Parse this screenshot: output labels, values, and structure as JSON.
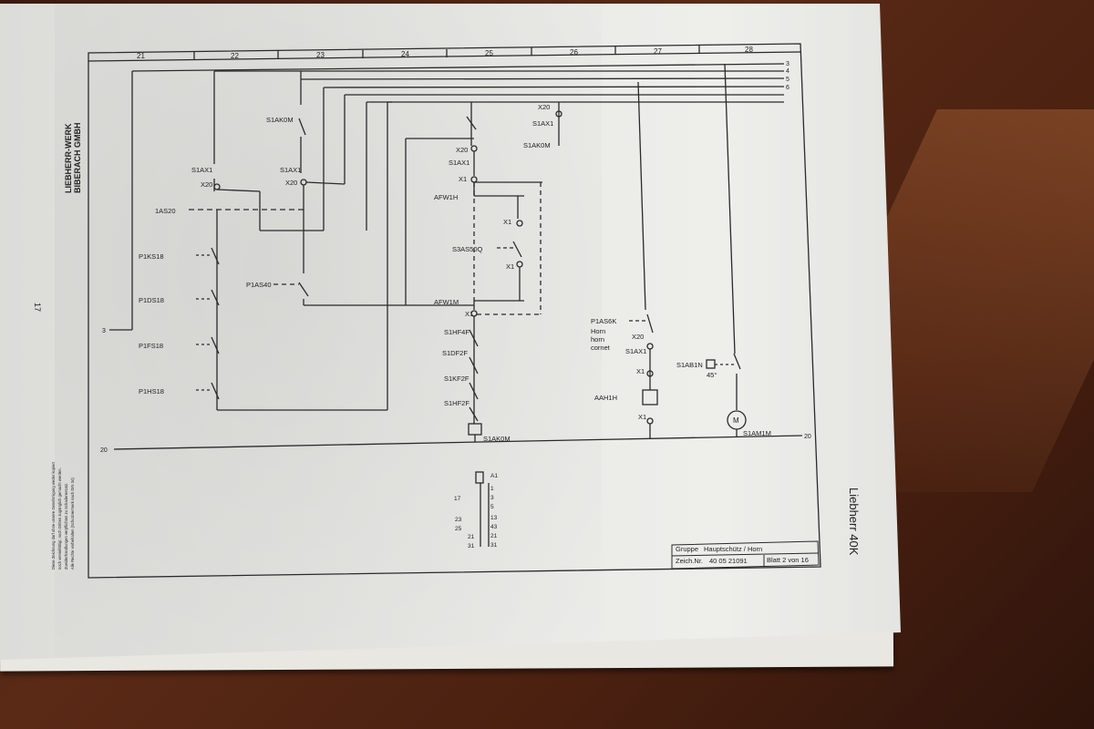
{
  "document": {
    "column_numbers": [
      "21",
      "22",
      "23",
      "24",
      "25",
      "26",
      "27",
      "28"
    ],
    "right_line_numbers": [
      "3",
      "4",
      "5",
      "6"
    ],
    "left_marker": "3",
    "bus_label_left": "20",
    "bus_label_right": "20",
    "company_line1": "LIEBHERR-WERK",
    "company_line2": "BIBERACH GMBH",
    "page_number_left": "17",
    "margin_note_lines": [
      "Diese Zeichnung darf ohne unsere Genehmigung weder kopiert",
      "noch vervielfältigt, noch Dritten zugänglich gemacht werden.",
      "Zuwiderhandlungen verpflichten zu Schadenersatz.",
      "Alle Rechte vorbehalten (Schutzvermerk nach DIN 34)"
    ],
    "labels": {
      "s1ak0m_top": "S1AK0M",
      "s1ax1_2": "S1AX1",
      "x20_2": "X20",
      "s1ax1_3": "S1AX1",
      "x20_3": "X20",
      "as20": "1AS20",
      "p1ks18": "P1KS18",
      "p1ds18": "P1DS18",
      "p1fs18": "P1FS18",
      "p1hs18": "P1HS18",
      "p1as40": "P1AS40",
      "x20_4": "X20",
      "s1ax1_4": "S1AX1",
      "x1_36": "X1",
      "afw1h": "AFW1H",
      "x1_6": "X1",
      "s3as50q": "S3AS50Q",
      "x1_7": "X1",
      "afw1m": "AFW1M",
      "x1_37": "X1",
      "s1hf4f": "S1HF4F",
      "s1df2f": "S1DF2F",
      "s1kf2f": "S1KF2F",
      "s1hf2f": "S1HF2F",
      "s1ak0m_bottom": "S1AK0M",
      "x20_5": "X20",
      "s1ax1_5": "S1AX1",
      "s1ak0m_44": "S1AK0M",
      "p1as6k": "P1AS6K",
      "horn": "Horn",
      "horn2": "horn",
      "cornet": "cornet",
      "x20_6": "X20",
      "s1ax1_6": "S1AX1",
      "x1_15": "X1",
      "aah1h": "AAH1H",
      "x1_16": "X1",
      "s1ab1n": "S1AB1N",
      "deg": "45°",
      "s1am1m": "S1AM1M",
      "motor": "M",
      "bus_node": "S1AK0M"
    },
    "contact_table": {
      "left_numbers": [
        "17",
        "23",
        "25",
        "21",
        "31"
      ],
      "rows": [
        "A1",
        "1",
        "3",
        "5",
        "13",
        "43",
        "21",
        "31"
      ]
    },
    "title_block": {
      "gruppe_label": "Gruppe",
      "gruppe_value": "Hauptschütz / Horn",
      "zeich_label": "Zeich.Nr.",
      "zeich_value": "40 05 21091",
      "blatt": "Blatt 2 von 16"
    },
    "margin_right_text": "Liebherr 40K"
  }
}
